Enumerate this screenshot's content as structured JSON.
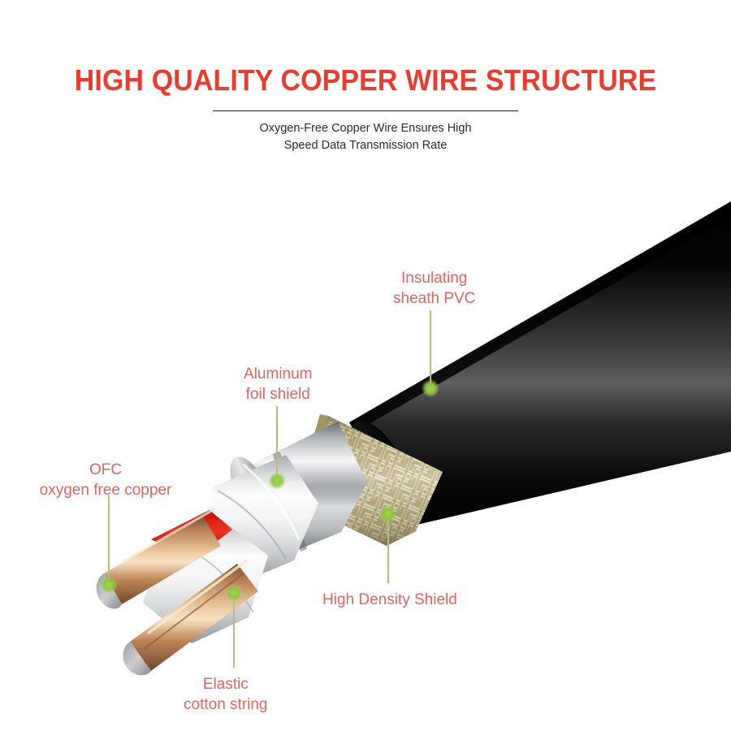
{
  "header": {
    "title": "HIGH QUALITY COPPER WIRE STRUCTURE",
    "subtitle_line1": "Oxygen-Free Copper Wire Ensures High",
    "subtitle_line2": "Speed Data Transmission Rate"
  },
  "callouts": {
    "insulating": {
      "line1": "Insulating",
      "line2": "sheath PVC"
    },
    "aluminum": {
      "line1": "Aluminum",
      "line2": "foil shield"
    },
    "ofc": {
      "line1": "OFC",
      "line2": "oxygen free copper"
    },
    "high_density": {
      "line1": "High Density Shield",
      "line2": ""
    },
    "elastic": {
      "line1": "Elastic",
      "line2": "cotton string"
    }
  },
  "colors": {
    "title_red": "#ec3b2c",
    "callout_red": "#e0635e",
    "subtitle_gray": "#2b2b2b",
    "marker_green": "#8cc63f",
    "leader_olive": "#b9bb8a",
    "sheath_black": "#0a0a0a",
    "sheath_highlight": "#5a5a5a",
    "braid_gold": "#c9bd8c",
    "foil_silver": "#c8cacb",
    "copper": "#b5794f",
    "insulation_white": "#f2f3f3",
    "red_wire": "#e02b20",
    "background": "#ffffff"
  },
  "illustration": {
    "name": "coaxial-cable-cutaway",
    "layers": [
      "insulating sheath PVC",
      "high density braided shield",
      "aluminum foil shield",
      "elastic cotton string",
      "OFC oxygen free copper conductors"
    ]
  }
}
